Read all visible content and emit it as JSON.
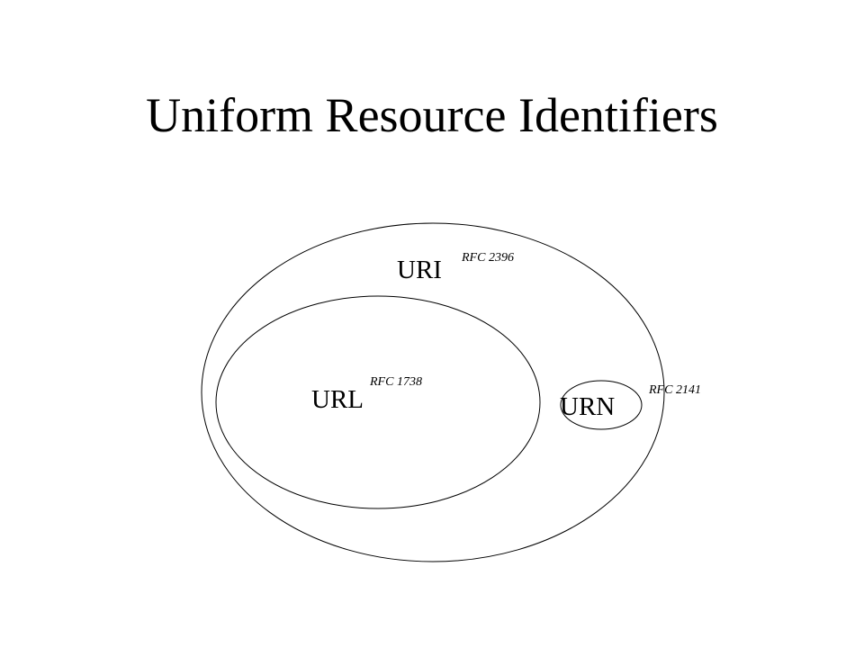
{
  "slide": {
    "title": "Uniform Resource Identifiers"
  },
  "diagram": {
    "uri": {
      "label": "URI",
      "rfc": "RFC 2396"
    },
    "url": {
      "label": "URL",
      "rfc": "RFC 1738"
    },
    "urn": {
      "label": "URN",
      "rfc": "RFC 2141"
    }
  }
}
